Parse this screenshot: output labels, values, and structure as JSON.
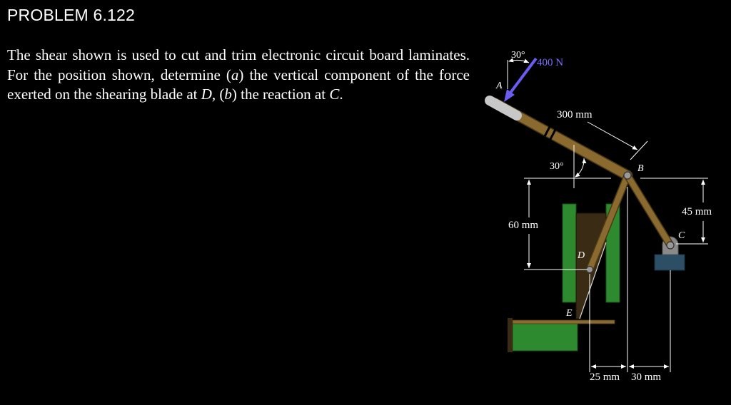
{
  "problem": {
    "title": "PROBLEM 6.122",
    "statement": {
      "s1": "The shear shown is used to cut and trim electronic circuit board laminates. For the position shown, determine (",
      "a": "a",
      "s2": ") the vertical component of the force exerted on the shearing blade at ",
      "D": "D",
      "s3": ", (",
      "b": "b",
      "s4": ") the reaction at ",
      "C": "C",
      "s5": "."
    }
  },
  "figure": {
    "labels": {
      "force": "400 N",
      "force_angle": "30°",
      "handle_angle": "30°",
      "handle_length": "300 mm",
      "height_60": "60 mm",
      "height_45": "45 mm",
      "dim_25": "25 mm",
      "dim_30": "30 mm",
      "point_a": "A",
      "point_b": "B",
      "point_c": "C",
      "point_d": "D",
      "point_e": "E"
    },
    "colors": {
      "background": "#000000",
      "handle": "#8a6a2e",
      "linkage": "#8a6a2e",
      "guides": "#2e8a2e",
      "blade": "#3a2c14",
      "force_arrow": "#6a5cf0",
      "support_block": "#2c4f66",
      "grip": "#c8c8c8"
    }
  }
}
